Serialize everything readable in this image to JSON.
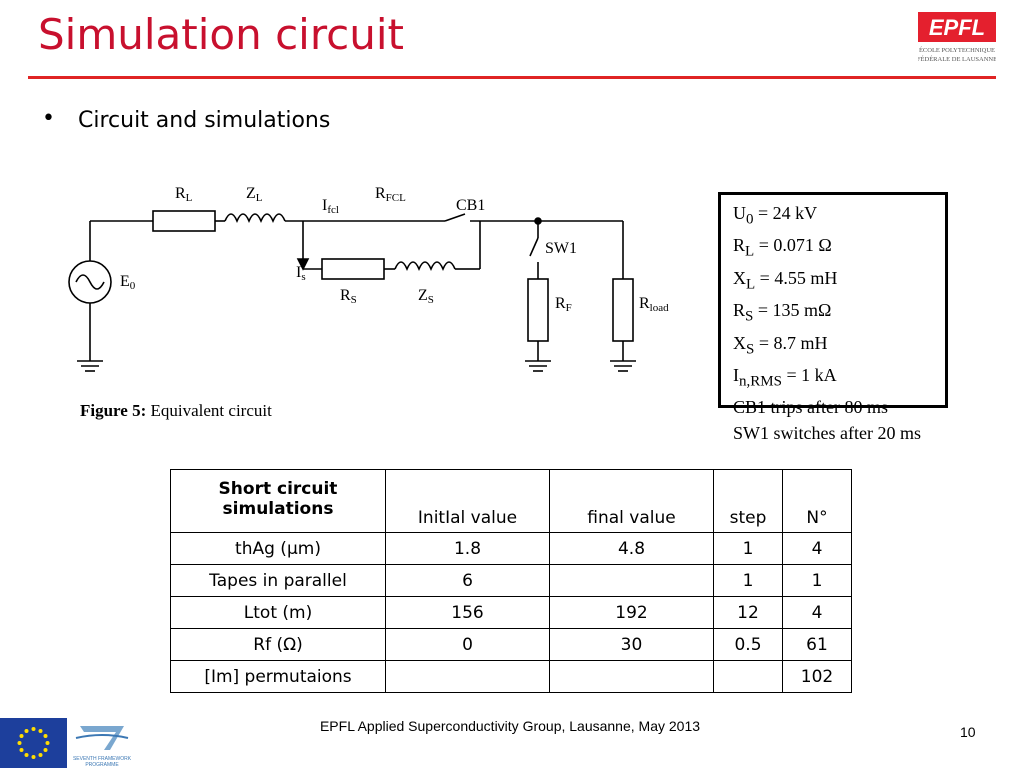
{
  "slide": {
    "title": "Simulation circuit",
    "bullet": "Circuit and simulations",
    "footer": "EPFL Applied Superconductivity Group, Lausanne, May 2013",
    "page_number": "10",
    "logo": {
      "mark": "EPFL",
      "line1": "ÉCOLE POLYTECHNIQUE",
      "line2": "FÉDÉRALE DE LAUSANNE"
    },
    "fp7_logo": {
      "line1": "SEVENTH FRAMEWORK",
      "line2": "PROGRAMME"
    }
  },
  "figure": {
    "caption_bold": "Figure 5:",
    "caption_text": " Equivalent circuit",
    "labels": {
      "rl": "R",
      "rl_sub": "L",
      "zl": "Z",
      "zl_sub": "L",
      "ifcl": "I",
      "ifcl_sub": "fcl",
      "rfcl": "R",
      "rfcl_sub": "FCL",
      "cb1": "CB1",
      "is": "I",
      "is_sub": "s",
      "rs": "R",
      "rs_sub": "S",
      "zs": "Z",
      "zs_sub": "S",
      "sw1": "SW1",
      "e0": "E",
      "e0_sub": "0",
      "rf": "R",
      "rf_sub": "F",
      "rload": "R",
      "rload_sub": "load"
    }
  },
  "params": [
    {
      "a": "U",
      "sub": "0",
      "b": " = 24 kV"
    },
    {
      "a": "R",
      "sub": "L",
      "b": " = 0.071 Ω"
    },
    {
      "a": "X",
      "sub": "L",
      "b": " = 4.55 mH"
    },
    {
      "a": "R",
      "sub": "S",
      "b": " = 135 mΩ"
    },
    {
      "a": "X",
      "sub": "S",
      "b": " = 8.7 mH"
    },
    {
      "a": "I",
      "sub": "n,RMS",
      "b": " = 1 kA"
    },
    {
      "a": "CB1 trips after 80 ms",
      "sub": "",
      "b": ""
    },
    {
      "a": "SW1 switches after 20 ms",
      "sub": "",
      "b": ""
    }
  ],
  "table": {
    "headers": {
      "c0_line1": "Short circuit",
      "c0_line2": "simulations",
      "c1": "InitIal value",
      "c2": "final value",
      "c3": "step",
      "c4": "N°"
    },
    "rows": [
      {
        "name": "thAg (µm)",
        "initial": "1.8",
        "final": "4.8",
        "step": "1",
        "n": "4"
      },
      {
        "name": "Tapes in parallel",
        "initial": "6",
        "final": "",
        "step": "1",
        "n": "1"
      },
      {
        "name": "Ltot (m)",
        "initial": "156",
        "final": "192",
        "step": "12",
        "n": "4"
      },
      {
        "name": "Rf (Ω)",
        "initial": "0",
        "final": "30",
        "step": "0.5",
        "n": "61"
      },
      {
        "name": "[Im] permutaions",
        "initial": "",
        "final": "",
        "step": "",
        "n": "102"
      }
    ]
  }
}
